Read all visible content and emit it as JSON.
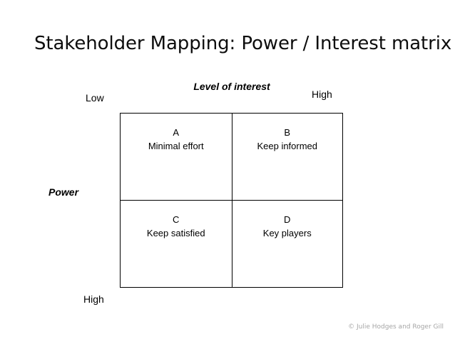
{
  "slide": {
    "title": "Stakeholder Mapping: Power / Interest matrix",
    "background_color": "#ffffff",
    "text_color": "#000000"
  },
  "axes": {
    "horizontal": {
      "title": "Level of interest",
      "low_label": "Low",
      "high_label": "High"
    },
    "vertical": {
      "title": "Power",
      "high_label": "High"
    }
  },
  "matrix": {
    "border_color": "#000000",
    "quadrants": [
      {
        "letter": "A",
        "description": "Minimal effort",
        "position": "top-left"
      },
      {
        "letter": "B",
        "description": "Keep informed",
        "position": "top-right"
      },
      {
        "letter": "C",
        "description": "Keep satisfied",
        "position": "bottom-left"
      },
      {
        "letter": "D",
        "description": "Key players",
        "position": "bottom-right"
      }
    ]
  },
  "footer": {
    "credit": "© Julie Hodges and Roger Gill",
    "credit_color": "#a6a6a6"
  }
}
